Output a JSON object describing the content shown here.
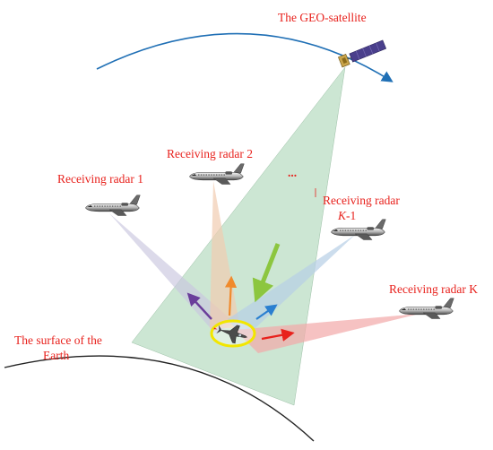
{
  "labels": {
    "satellite": "The GEO-satellite",
    "radar1": "Receiving radar 1",
    "radar2": "Receiving radar 2",
    "ellipsis": "...",
    "radarK1_line1": "Receiving radar",
    "radarK1_italic": "K",
    "radarK1_suffix": "-1",
    "radarK": "Receiving radar K",
    "earth_line1": "The surface of the",
    "earth_line2": "Earth"
  },
  "colors": {
    "label": "#e8211c",
    "orbit": "#1f6fb5",
    "earth_curve": "#222222",
    "illumination": "#bfe0c8",
    "beam_radar1": "#c9c6de",
    "beam_radar2": "#f1ccb0",
    "beam_radarK1": "#b7cfe6",
    "beam_radarK": "#f2a8a8",
    "target_ring": "#f2e600",
    "arrow_purple": "#6a3d9a",
    "arrow_orange": "#f08a2c",
    "arrow_green": "#8cc63f",
    "arrow_blue": "#2a7fd0",
    "arrow_red": "#e8211c"
  },
  "icons": {
    "satellite": "geo-satellite-icon",
    "aircraft": "aircraft-icon",
    "target": "fighter-jet-icon"
  }
}
